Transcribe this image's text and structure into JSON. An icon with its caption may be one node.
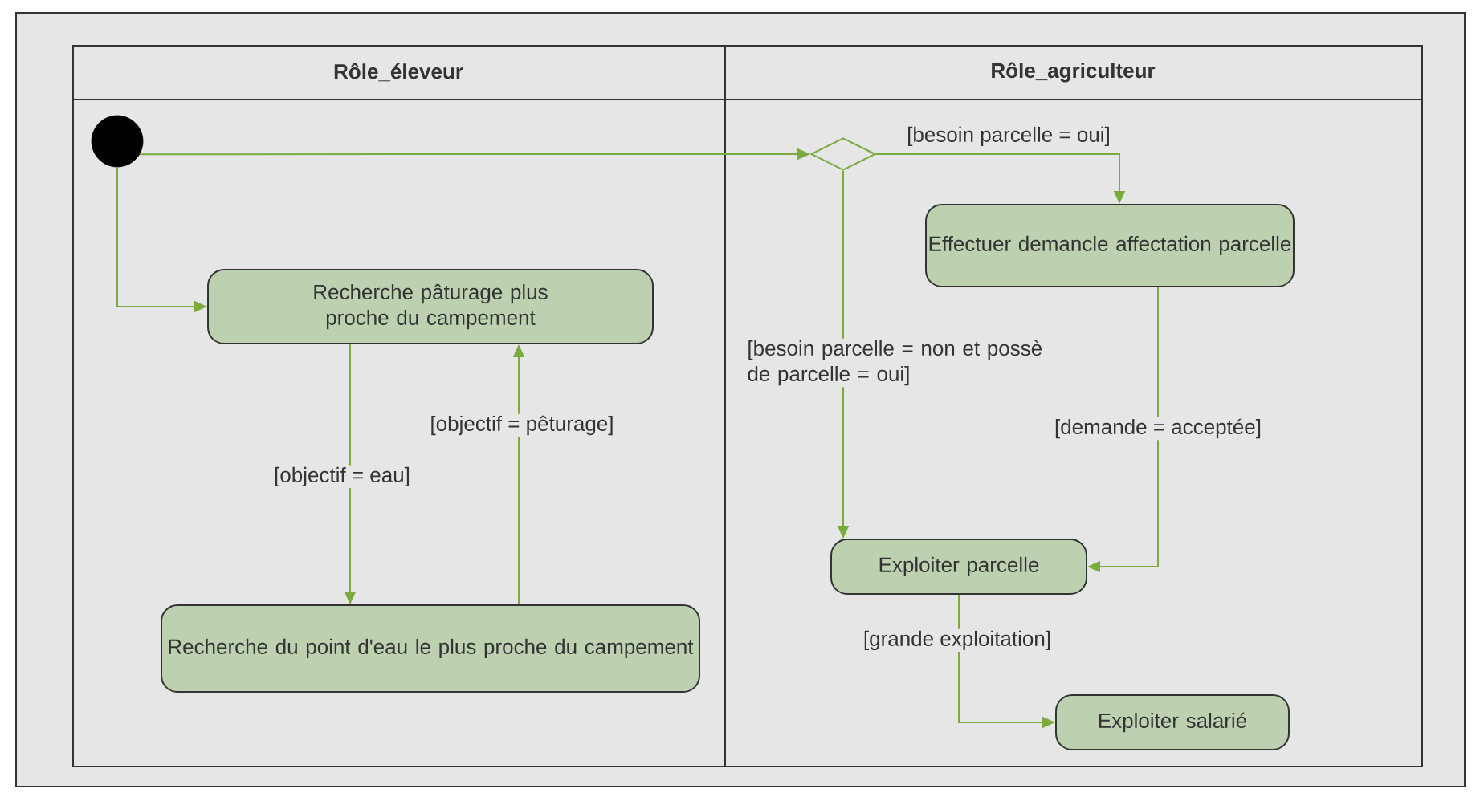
{
  "diagram": {
    "nodes": [
      {
        "text": [
          "Rôle_éleveur"
        ]
      },
      {
        "text": [
          "Rôle_agriculteur"
        ]
      },
      {
        "text": [],
        "shape": "circle",
        "in": 0
      },
      {
        "text": [
          "Recherche pâturage plus proche du campement"
        ],
        "in": 0
      },
      {
        "text": [
          "Recherche du point d'eau le plus proche du campement"
        ],
        "in": 0
      },
      {
        "text": [],
        "shape": "diamond",
        "in": 1
      },
      {
        "text": [
          "Effectuer demancle affectation parcelle"
        ],
        "in": 1
      },
      {
        "text": [
          "Exploiter parcelle"
        ],
        "in": 1
      },
      {
        "text": [
          "Exploiter salarié"
        ],
        "in": 1
      }
    ],
    "edges": [
      {
        "from": 2,
        "to": 5,
        "arrow": "to"
      },
      {
        "from": 2,
        "to": 3,
        "arrow": "to"
      },
      {
        "from": 3,
        "to": 4,
        "arrow": "to",
        "label": "[objectif = eau]"
      },
      {
        "from": 4,
        "to": 3,
        "arrow": "to",
        "label": "[objectif = pêturage]"
      },
      {
        "from": 5,
        "to": 6,
        "arrow": "to",
        "label": "[besoin parcelle = oui]"
      },
      {
        "from": 5,
        "to": 7,
        "arrow": "to",
        "label": "[besoin parcelle = non et possè de parcelle = oui]"
      },
      {
        "from": 6,
        "to": 7,
        "arrow": "to",
        "label": "[demande = acceptée]"
      },
      {
        "from": 7,
        "to": 8,
        "arrow": "to",
        "label": "[grande exploitation]"
      }
    ]
  }
}
